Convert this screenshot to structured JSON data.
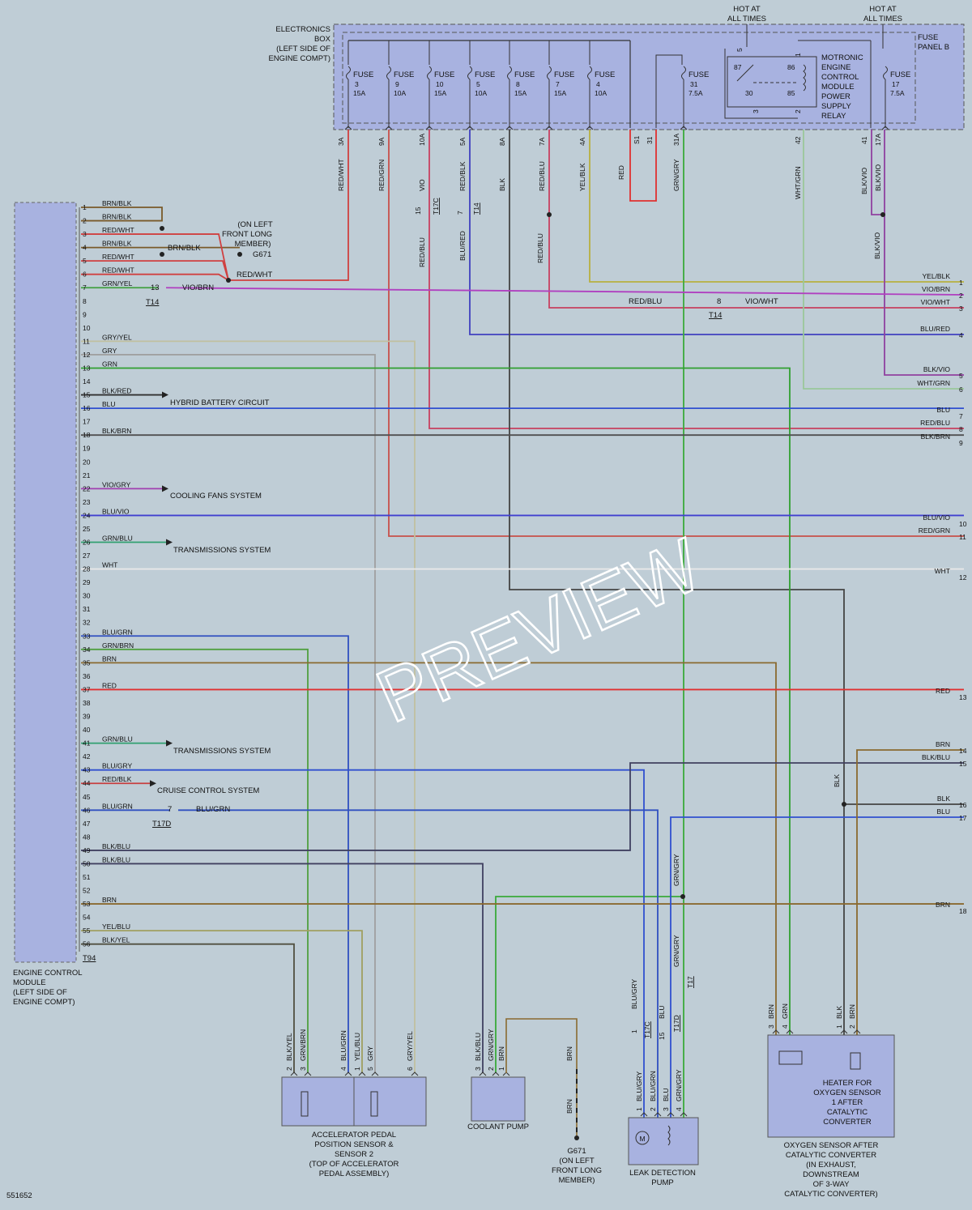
{
  "diagram_id": "551652",
  "hot_label": [
    "HOT AT",
    "ALL TIMES"
  ],
  "electronics_box": [
    "ELECTRONICS",
    "BOX",
    "(LEFT SIDE OF",
    "ENGINE COMPT)"
  ],
  "fuse_panel": [
    "FUSE",
    "PANEL B"
  ],
  "fuses": [
    {
      "word": "FUSE",
      "num": "3",
      "amp": "15A",
      "term": "3A",
      "wire": "RED/WHT",
      "color": "#d04040"
    },
    {
      "word": "FUSE",
      "num": "9",
      "amp": "10A",
      "term": "9A",
      "wire": "RED/GRN",
      "color": "#c8504a"
    },
    {
      "word": "FUSE",
      "num": "10",
      "amp": "15A",
      "term": "10A",
      "wire": "VIO",
      "color": "#b040c0"
    },
    {
      "word": "FUSE",
      "num": "5",
      "amp": "10A",
      "term": "5A",
      "wire": "RED/BLK",
      "color": "#c84040"
    },
    {
      "word": "FUSE",
      "num": "8",
      "amp": "15A",
      "term": "8A",
      "wire": "BLK",
      "color": "#333333"
    },
    {
      "word": "FUSE",
      "num": "7",
      "amp": "15A",
      "term": "7A",
      "wire": "RED/BLU",
      "color": "#c84060"
    },
    {
      "word": "FUSE",
      "num": "4",
      "amp": "10A",
      "term": "4A",
      "wire": "YEL/BLK",
      "color": "#b8b040"
    },
    {
      "word": "FUSE",
      "num": "31",
      "amp": "7.5A",
      "term": "31A",
      "wire": "GRN/GRY",
      "color": "#3aaa3a"
    },
    {
      "word": "FUSE",
      "num": "17",
      "amp": "7.5A",
      "term": "17A",
      "wire": "BLK/VIO",
      "color": "#9040a0"
    }
  ],
  "relay": {
    "lines": [
      "MOTRONIC",
      "ENGINE",
      "CONTROL",
      "MODULE",
      "POWER",
      "SUPPLY",
      "RELAY"
    ],
    "pins": [
      "87",
      "86",
      "30",
      "85",
      "5",
      "1",
      "3",
      "2"
    ]
  },
  "box_terms": {
    "s1": "S1",
    "t31": "31",
    "t42": "42",
    "t41": "41",
    "red": "RED",
    "wht_grn": "WHT/GRN",
    "blk_vio": "BLK/VIO"
  },
  "ecm_label": [
    "ENGINE CONTROL",
    "MODULE",
    "(LEFT SIDE OF",
    "ENGINE COMPT)"
  ],
  "ecm_connector": "T94",
  "ecm_pins": [
    {
      "n": "1",
      "wire": "BRN/BLK",
      "color": "#7a5a2a"
    },
    {
      "n": "2",
      "wire": "BRN/BLK",
      "color": "#7a5a2a"
    },
    {
      "n": "3",
      "wire": "RED/WHT",
      "color": "#d04040"
    },
    {
      "n": "4",
      "wire": "BRN/BLK",
      "color": "#7a5a2a"
    },
    {
      "n": "5",
      "wire": "RED/WHT",
      "color": "#d04040"
    },
    {
      "n": "6",
      "wire": "RED/WHT",
      "color": "#d04040"
    },
    {
      "n": "7",
      "wire": "GRN/YEL",
      "color": "#40a040"
    },
    {
      "n": "8",
      "wire": "",
      "color": ""
    },
    {
      "n": "9",
      "wire": "",
      "color": ""
    },
    {
      "n": "10",
      "wire": "",
      "color": ""
    },
    {
      "n": "11",
      "wire": "GRY/YEL",
      "color": "#b0b090"
    },
    {
      "n": "12",
      "wire": "GRY",
      "color": "#909090"
    },
    {
      "n": "13",
      "wire": "GRN",
      "color": "#30a030"
    },
    {
      "n": "14",
      "wire": "",
      "color": ""
    },
    {
      "n": "15",
      "wire": "BLK/RED",
      "color": "#303030"
    },
    {
      "n": "16",
      "wire": "BLU",
      "color": "#3050d0"
    },
    {
      "n": "17",
      "wire": "",
      "color": ""
    },
    {
      "n": "18",
      "wire": "BLK/BRN",
      "color": "#404040"
    },
    {
      "n": "19",
      "wire": "",
      "color": ""
    },
    {
      "n": "20",
      "wire": "",
      "color": ""
    },
    {
      "n": "21",
      "wire": "",
      "color": ""
    },
    {
      "n": "22",
      "wire": "VIO/GRY",
      "color": "#a040b0"
    },
    {
      "n": "23",
      "wire": "",
      "color": ""
    },
    {
      "n": "24",
      "wire": "BLU/VIO",
      "color": "#4040d0"
    },
    {
      "n": "25",
      "wire": "",
      "color": ""
    },
    {
      "n": "26",
      "wire": "GRN/BLU",
      "color": "#30a070"
    },
    {
      "n": "27",
      "wire": "",
      "color": ""
    },
    {
      "n": "28",
      "wire": "WHT",
      "color": "#e8e8e8"
    },
    {
      "n": "29",
      "wire": "",
      "color": ""
    },
    {
      "n": "30",
      "wire": "",
      "color": ""
    },
    {
      "n": "31",
      "wire": "",
      "color": ""
    },
    {
      "n": "32",
      "wire": "",
      "color": ""
    },
    {
      "n": "33",
      "wire": "BLU/GRN",
      "color": "#3050c0"
    },
    {
      "n": "34",
      "wire": "GRN/BRN",
      "color": "#50a040"
    },
    {
      "n": "35",
      "wire": "BRN",
      "color": "#8a6a30"
    },
    {
      "n": "36",
      "wire": "",
      "color": ""
    },
    {
      "n": "37",
      "wire": "RED",
      "color": "#e03030"
    },
    {
      "n": "38",
      "wire": "",
      "color": ""
    },
    {
      "n": "39",
      "wire": "",
      "color": ""
    },
    {
      "n": "40",
      "wire": "",
      "color": ""
    },
    {
      "n": "41",
      "wire": "GRN/BLU",
      "color": "#30a070"
    },
    {
      "n": "42",
      "wire": "",
      "color": ""
    },
    {
      "n": "43",
      "wire": "BLU/GRY",
      "color": "#3050d0"
    },
    {
      "n": "44",
      "wire": "RED/BLK",
      "color": "#c84040"
    },
    {
      "n": "45",
      "wire": "",
      "color": ""
    },
    {
      "n": "46",
      "wire": "BLU/GRN",
      "color": "#3050c0"
    },
    {
      "n": "47",
      "wire": "",
      "color": ""
    },
    {
      "n": "48",
      "wire": "",
      "color": ""
    },
    {
      "n": "49",
      "wire": "BLK/BLU",
      "color": "#404060"
    },
    {
      "n": "50",
      "wire": "BLK/BLU",
      "color": "#404060"
    },
    {
      "n": "51",
      "wire": "",
      "color": ""
    },
    {
      "n": "52",
      "wire": "",
      "color": ""
    },
    {
      "n": "53",
      "wire": "BRN",
      "color": "#8a6a30"
    },
    {
      "n": "54",
      "wire": "",
      "color": ""
    },
    {
      "n": "55",
      "wire": "YEL/BLU",
      "color": "#a0a060"
    },
    {
      "n": "56",
      "wire": "BLK/YEL",
      "color": "#505040"
    }
  ],
  "ecm_annotations": {
    "g671_note": [
      "(ON LEFT",
      "FRONT LONG",
      "MEMBER)"
    ],
    "g671": "G671",
    "brn_blk": "BRN/BLK",
    "red_wht": "RED/WHT",
    "vio_brn": "VIO/BRN",
    "t14_pin": "13",
    "t14": "T14",
    "t17d_pin": "7",
    "t17d": "T17D",
    "blu_grn": "BLU/GRN"
  },
  "systems": {
    "hybrid": "HYBRID BATTERY CIRCUIT",
    "cooling": "COOLING FANS SYSTEM",
    "trans1": "TRANSMISSIONS SYSTEM",
    "trans2": "TRANSMISSIONS SYSTEM",
    "cruise": "CRUISE CONTROL SYSTEM"
  },
  "vert_wire_labels": {
    "red_blu_1": "RED/BLU",
    "blu_red": "BLU/RED",
    "red_blu_2": "RED/BLU",
    "blk_vio": "BLK/VIO",
    "t17c": "T17C",
    "t14": "T14",
    "p15": "15",
    "p7": "7"
  },
  "mid_labels": {
    "red_blu": "RED/BLU",
    "t14_pin": "8",
    "t14": "T14",
    "vio_wht": "VIO/WHT",
    "blk": "BLK",
    "grn_gry": "GRN/GRY"
  },
  "right_outputs": [
    {
      "n": "1",
      "label": "YEL/BLK"
    },
    {
      "n": "2",
      "label": "VIO/BRN"
    },
    {
      "n": "3",
      "label": "VIO/WHT"
    },
    {
      "n": "4",
      "label": "BLU/RED"
    },
    {
      "n": "5",
      "label": "BLK/VIO"
    },
    {
      "n": "6",
      "label": "WHT/GRN"
    },
    {
      "n": "7",
      "label": "BLU"
    },
    {
      "n": "8",
      "label": "RED/BLU"
    },
    {
      "n": "9",
      "label": "BLK/BRN"
    },
    {
      "n": "10",
      "label": "BLU/VIO"
    },
    {
      "n": "11",
      "label": "RED/GRN"
    },
    {
      "n": "12",
      "label": "WHT"
    },
    {
      "n": "13",
      "label": "RED"
    },
    {
      "n": "14",
      "label": "BRN"
    },
    {
      "n": "15",
      "label": "BLK/BLU"
    },
    {
      "n": "16",
      "label": "BLK"
    },
    {
      "n": "17",
      "label": "BLU"
    },
    {
      "n": "18",
      "label": "BRN"
    }
  ],
  "components": {
    "accel": {
      "label": [
        "ACCELERATOR PEDAL",
        "POSITION SENSOR &",
        "SENSOR 2",
        "(TOP OF ACCELERATOR",
        "PEDAL ASSEMBLY)"
      ],
      "pins": [
        {
          "n": "2",
          "wire": "BLK/YEL"
        },
        {
          "n": "3",
          "wire": "GRN/BRN"
        },
        {
          "n": "4",
          "wire": "BLU/GRN"
        },
        {
          "n": "1",
          "wire": "YEL/BLU"
        },
        {
          "n": "5",
          "wire": "GRY"
        },
        {
          "n": "6",
          "wire": "GRY/YEL"
        }
      ]
    },
    "coolant": {
      "label": "COOLANT PUMP",
      "pins": [
        {
          "n": "3",
          "wire": "BLK/BLU"
        },
        {
          "n": "2",
          "wire": "GRN/GRY"
        },
        {
          "n": "1",
          "wire": "BRN"
        }
      ]
    },
    "g671": {
      "wire1": "BRN",
      "wire2": "BRN",
      "label": [
        "G671",
        "(ON LEFT",
        "FRONT LONG",
        "MEMBER)"
      ]
    },
    "leak": {
      "label": [
        "LEAK DETECTION",
        "PUMP"
      ],
      "motor": "M",
      "pins": [
        {
          "n": "1",
          "wire": "BLU/GRY"
        },
        {
          "n": "2",
          "wire": "BLU/GRN"
        },
        {
          "n": "3",
          "wire": "BLU"
        },
        {
          "n": "4",
          "wire": "GRN/GRY"
        }
      ],
      "upper": [
        {
          "n": "1",
          "wire": "BLU/GRY"
        },
        {
          "n": "15",
          "wire": "BLU"
        }
      ],
      "t17c": "T17C",
      "t17d": "T17D",
      "t17": "T17",
      "grn_gry": "GRN/GRY"
    },
    "oxy": {
      "heater": [
        "HEATER FOR",
        "OXYGEN SENSOR",
        "1 AFTER",
        "CATALYTIC",
        "CONVERTER"
      ],
      "label": [
        "OXYGEN SENSOR AFTER",
        "CATALYTIC CONVERTER",
        "(IN EXHAUST,",
        "DOWNSTREAM",
        "OF 3-WAY",
        "CATALYTIC CONVERTER)"
      ],
      "pins": [
        {
          "n": "3",
          "wire": "BRN"
        },
        {
          "n": "4",
          "wire": "GRN"
        },
        {
          "n": "1",
          "wire": "BLK"
        },
        {
          "n": "2",
          "wire": "BRN"
        }
      ]
    }
  },
  "watermark": "PREVIEW"
}
